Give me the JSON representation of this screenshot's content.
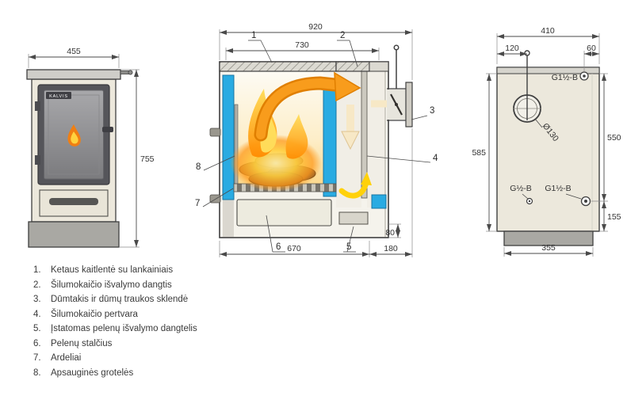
{
  "palette": {
    "water_blue": "#29abe2",
    "flame_orange": "#f7941e",
    "flame_yellow": "#ffd23e",
    "body_cream": "#ece8dc",
    "base_gray": "#a9a8a3",
    "line_dark": "#3f3f3f"
  },
  "front_view": {
    "dim_width": "455",
    "dim_height": "755",
    "brand": "KALVIS"
  },
  "section_view": {
    "dim_overall_width": "920",
    "dim_top_width": "730",
    "dim_bottom_width": "670",
    "dim_flue_depth": "180",
    "dim_step_height": "80",
    "callouts": [
      "1",
      "2",
      "3",
      "4",
      "5",
      "6",
      "7",
      "8"
    ]
  },
  "rear_view": {
    "dim_width": "410",
    "dim_flue_offset": "120",
    "dim_fitting_offset": "60",
    "dim_height_left": "585",
    "dim_height_right": "550",
    "dim_bottom_height": "155",
    "dim_base_width": "355",
    "flue_diameter": "Ø130",
    "fitting_top": "G1½-B",
    "fitting_left": "G½-B",
    "fitting_right": "G1½-B"
  },
  "legend": {
    "items": [
      {
        "num": "1.",
        "text": "Ketaus kaitlentė su lankainiais"
      },
      {
        "num": "2.",
        "text": "Šilumokaičio išvalymo dangtis"
      },
      {
        "num": "3.",
        "text": "Dūmtakis ir dūmų traukos sklendė"
      },
      {
        "num": "4.",
        "text": "Šilumokaičio pertvara"
      },
      {
        "num": "5.",
        "text": "Įstatomas pelenų išvalymo dangtelis"
      },
      {
        "num": "6.",
        "text": "Pelenų stalčius"
      },
      {
        "num": "7.",
        "text": "Ardeliai"
      },
      {
        "num": "8.",
        "text": "Apsauginės grotelės"
      }
    ]
  }
}
